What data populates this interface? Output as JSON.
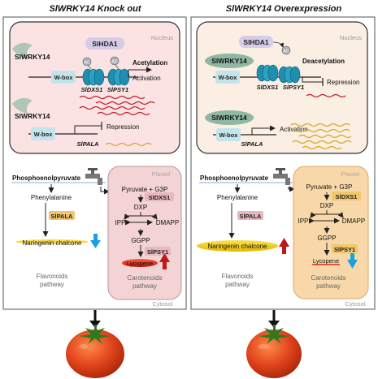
{
  "left": {
    "title": "SlWRKY14 Knock out",
    "nucleus_label": "Nucleus",
    "hda": "SlHDA1",
    "tf1": "SlWRKY14",
    "ac": "AC",
    "wbox": "W-box",
    "acetylation": "Acetylation",
    "activation": "Activation",
    "gene1": "SlDXS1",
    "gene2": "SlPSY1",
    "tf2": "SlWRKY14",
    "wbox2": "W-box",
    "repression": "Repression",
    "gene3": "SlPALA",
    "pep": "Phosphoenolpyruvate",
    "plastid": "Plastid",
    "pyruvate": "Pyruvate  +  G3P",
    "sldxs1": "SlDXS1",
    "dxp": "DXP",
    "ipp": "IPP",
    "dmapp": "DMAPP",
    "ggpp": "GGPP",
    "slpsy1": "SlPSY1",
    "lycopene": "Lycopene",
    "phenylalanine": "Phenylalanine",
    "slpala": "SlPALA",
    "naringenin": "Naringenin chalcone",
    "flavonoids_l1": "Flavonoids",
    "flavonoids_l2": "pathway",
    "carotenoids_l1": "Carotenoids",
    "carotenoids_l2": "pathway",
    "cytosol": "Cytosol"
  },
  "right": {
    "title": "SlWRKY14 Overexpression",
    "nucleus_label": "Nucleus",
    "hda": "SlHDA1",
    "tf1": "SlWRKY14",
    "ac": "AC",
    "wbox": "W-box",
    "deacetylation": "Deacetylation",
    "repression": "Repression",
    "gene1": "SlDXS1",
    "gene2": "SlPSY1",
    "tf2": "SlWRKY14",
    "wbox2": "W-box",
    "activation": "Activation",
    "gene3": "SlPALA",
    "pep": "Phosphoenolpyruvate",
    "plastid": "Plastid",
    "pyruvate": "Pyruvate  +  G3P",
    "sldxs1": "SlDXS1",
    "dxp": "DXP",
    "ipp": "IPP",
    "dmapp": "DMAPP",
    "ggpp": "GGPP",
    "slpsy1": "SlPSY1",
    "lycopene": "Lycopene",
    "phenylalanine": "Phenylalanine",
    "slpala": "SlPALA",
    "naringenin": "Naringenin chalcone",
    "flavonoids_l1": "Flavonoids",
    "flavonoids_l2": "pathway",
    "carotenoids_l1": "Carotenoids",
    "carotenoids_l2": "pathway",
    "cytosol": "Cytosol"
  },
  "colors": {
    "nucleus_ko": "#fbe3e3",
    "nucleus_oe": "#fbeee2",
    "plastid_ko": "#f3d3d3",
    "plastid_oe": "#f8d8a8",
    "tf": "#8fb8a2",
    "wbox": "#c4e4ec",
    "hda": "#d6cce8",
    "nucleosome": "#1f8fb0",
    "enzyme_ko": "#e8b7c0",
    "enzyme_oe": "#f2c66a",
    "mrna_red": "#c0202a",
    "mrna_yellow": "#d9a521",
    "lycopene": "#e0281e",
    "naringenin": "#f2d020",
    "up_arrow": "#c01818",
    "down_arrow": "#1aa0e0",
    "tomato": "#e1451c"
  }
}
